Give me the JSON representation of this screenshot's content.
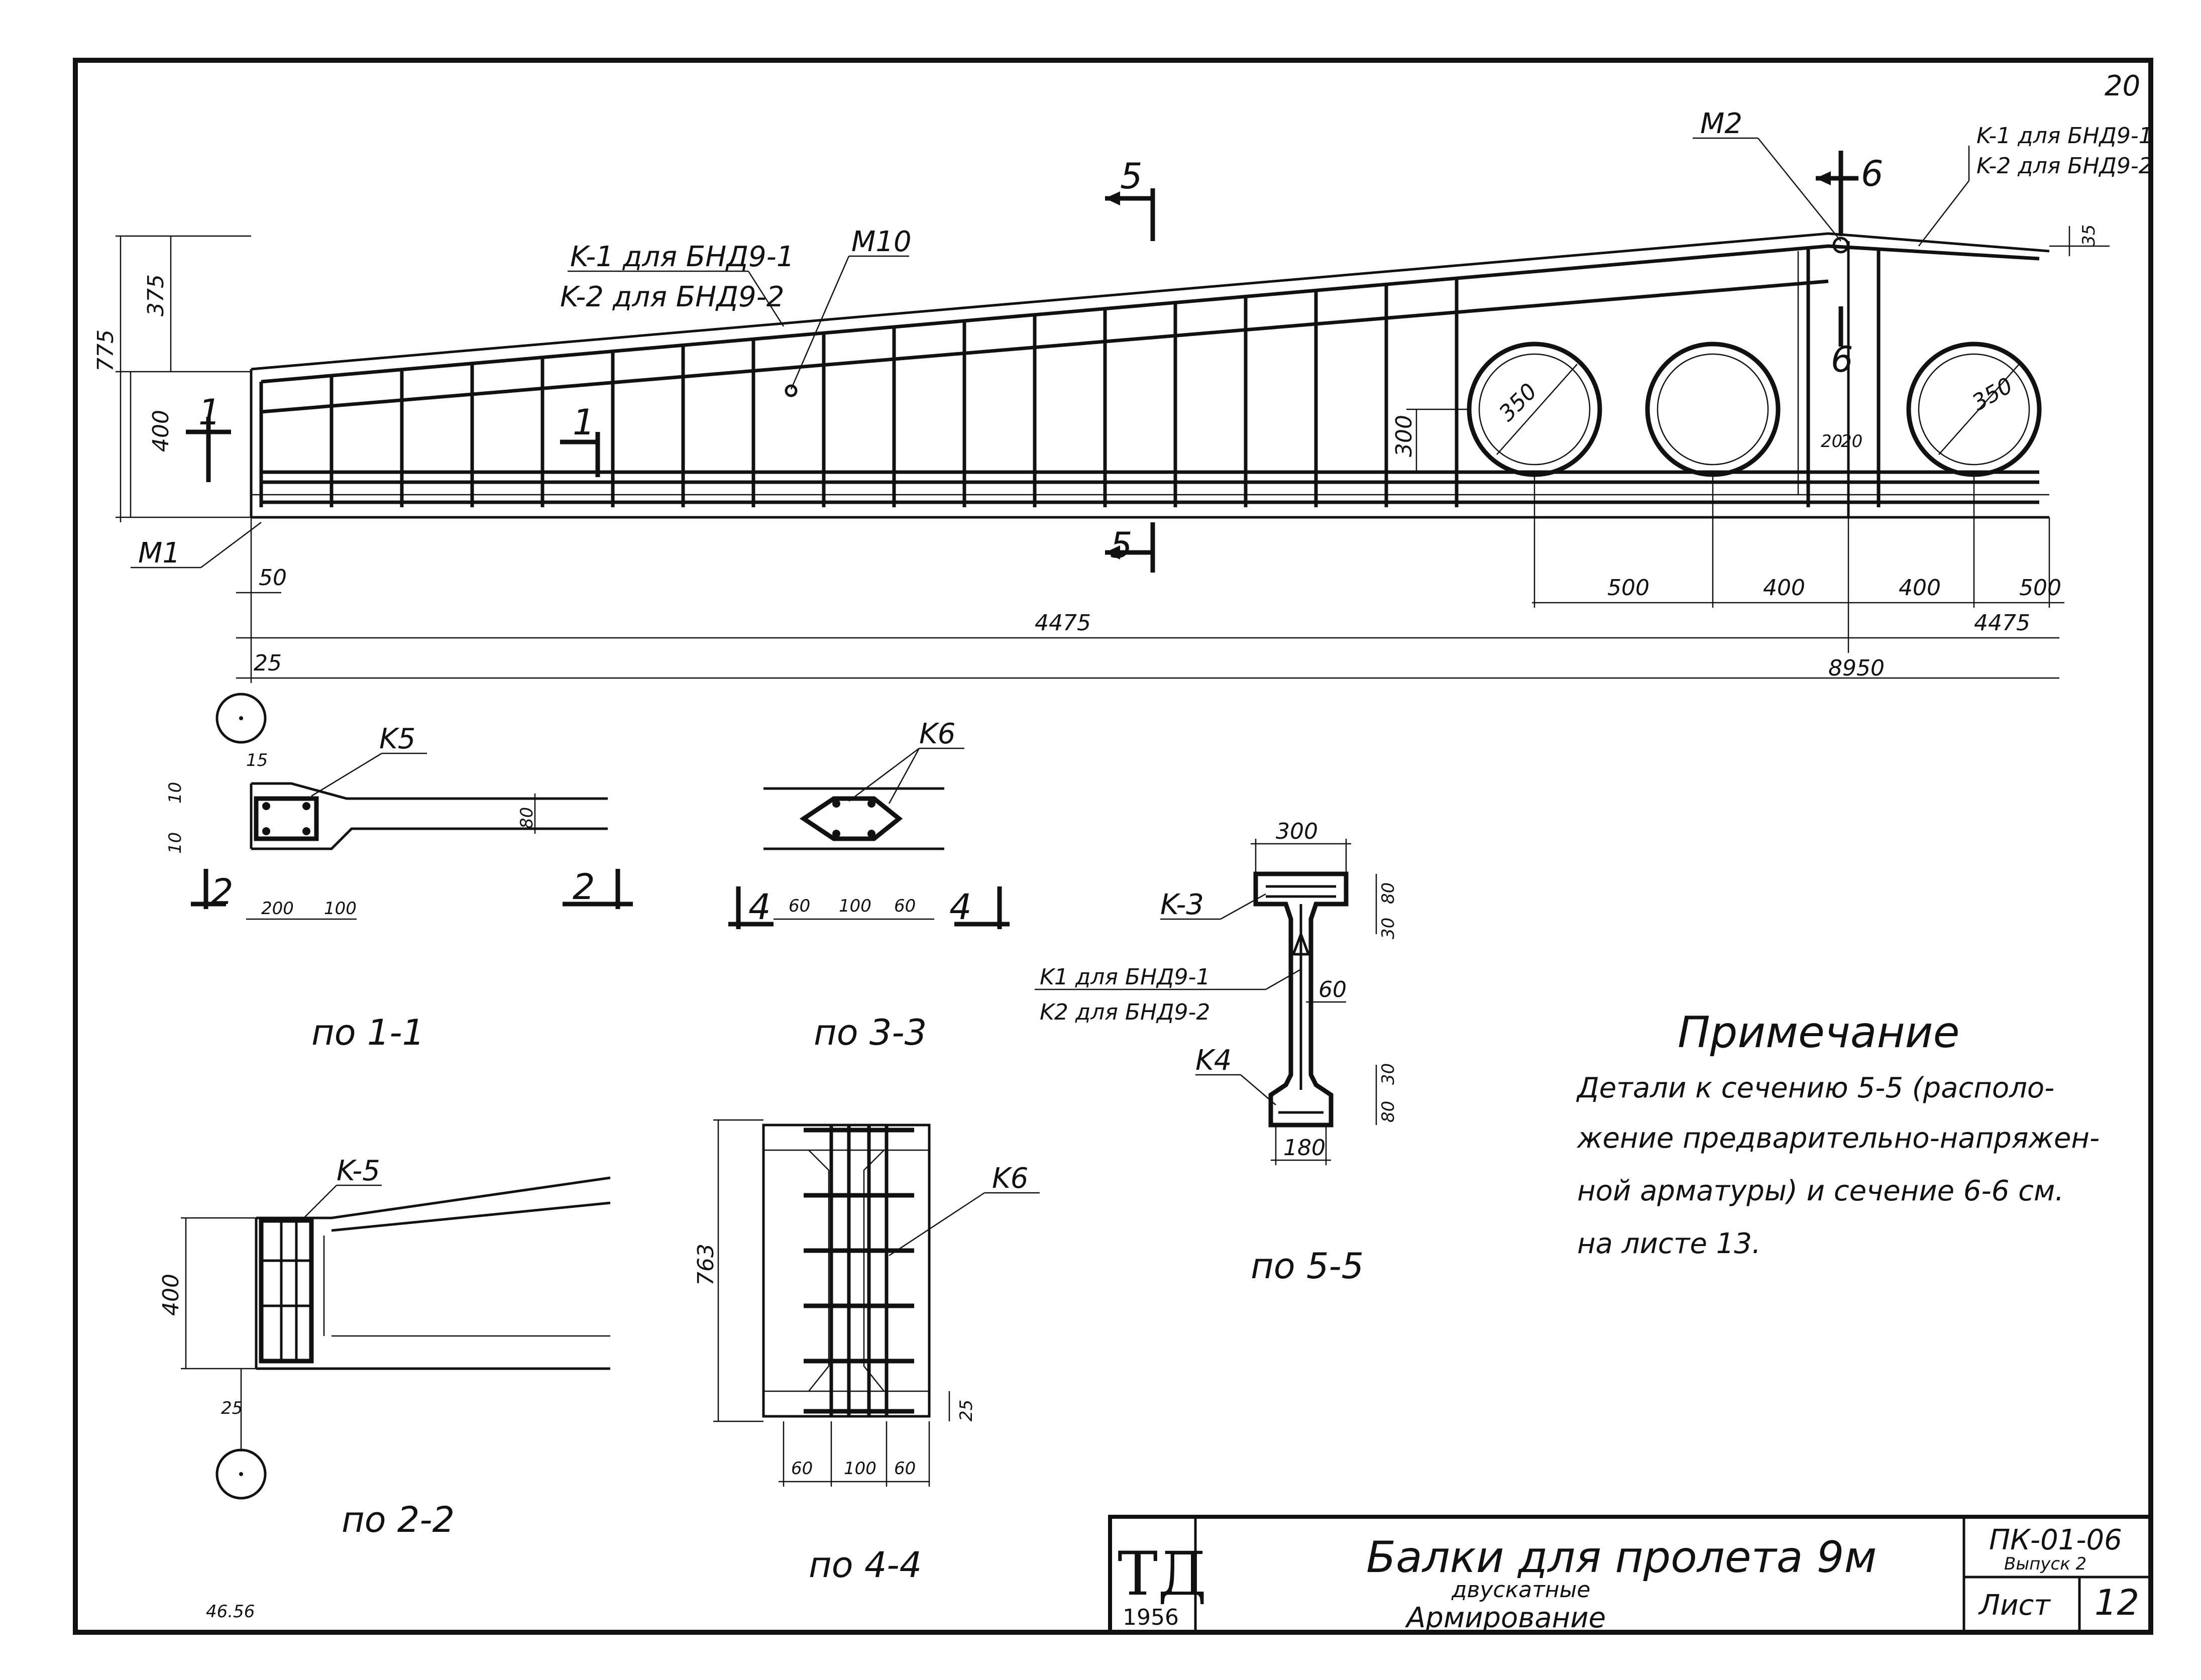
{
  "sheet_number": "20",
  "elevation": {
    "labels": {
      "section5": "5",
      "section6": "6",
      "section1": "1",
      "m1": "M1",
      "m2": "M2",
      "m10": "M10",
      "k1_top": "K-1 для БНД9-1",
      "k2_top": "K-2 для БНД9-2",
      "k1_right": "K-1 для БНД9-1",
      "k2_right": "K-2 для БНД9-2"
    },
    "dims": {
      "h_total": "775",
      "h_top": "375",
      "h_bottom": "400",
      "d50": "50",
      "d25": "25",
      "half_left": "4475",
      "half_right": "4475",
      "total": "8950",
      "d500a": "500",
      "d400a": "400",
      "d400b": "400",
      "d500b": "500",
      "hole_dia_1": "350",
      "hole_dia_2": "350",
      "hole_h": "300",
      "d35": "35",
      "d20": "20",
      "d20b": "20"
    }
  },
  "section_1_1": {
    "caption": "по 1-1",
    "k5": "K5",
    "d15": "15",
    "d10a": "10",
    "d10b": "10",
    "d80": "80",
    "d200": "200",
    "d100": "100",
    "cut": "2"
  },
  "section_3_3": {
    "caption": "по 3-3",
    "k6": "K6",
    "d60a": "60",
    "d100": "100",
    "d60b": "60",
    "cut": "4"
  },
  "section_5_5": {
    "caption": "по 5-5",
    "k3": "K-3",
    "k4": "K4",
    "k1": "K1 для БНД9-1",
    "k2": "K2 для БНД9-2",
    "d300": "300",
    "d60": "60",
    "d180": "180",
    "d80a": "80",
    "d30a": "30",
    "d30b": "30",
    "d80b": "80"
  },
  "section_2_2": {
    "caption": "по 2-2",
    "k5": "K-5",
    "d400": "400",
    "d25": "25"
  },
  "section_4_4": {
    "caption": "по 4-4",
    "k6": "K6",
    "d763": "763",
    "d25": "25",
    "d60a": "60",
    "d100": "100",
    "d60b": "60"
  },
  "note": {
    "title": "Примечание",
    "lines": [
      "Детали к сечению 5-5 (располо-",
      "жение предварительно-напряжен-",
      "ной арматуры) и сечение 6-6 см.",
      "на листе 13."
    ]
  },
  "title_block": {
    "logo_top": "ТД",
    "logo_year": "1956",
    "title_main": "Балки для пролета 9м",
    "title_sub": "двускатные",
    "title_sub2": "Армирование",
    "code": "ПК-01-06",
    "issue": "Выпуск 2",
    "sheet_label": "Лист",
    "sheet_value": "12"
  },
  "margin_note": "46.56"
}
